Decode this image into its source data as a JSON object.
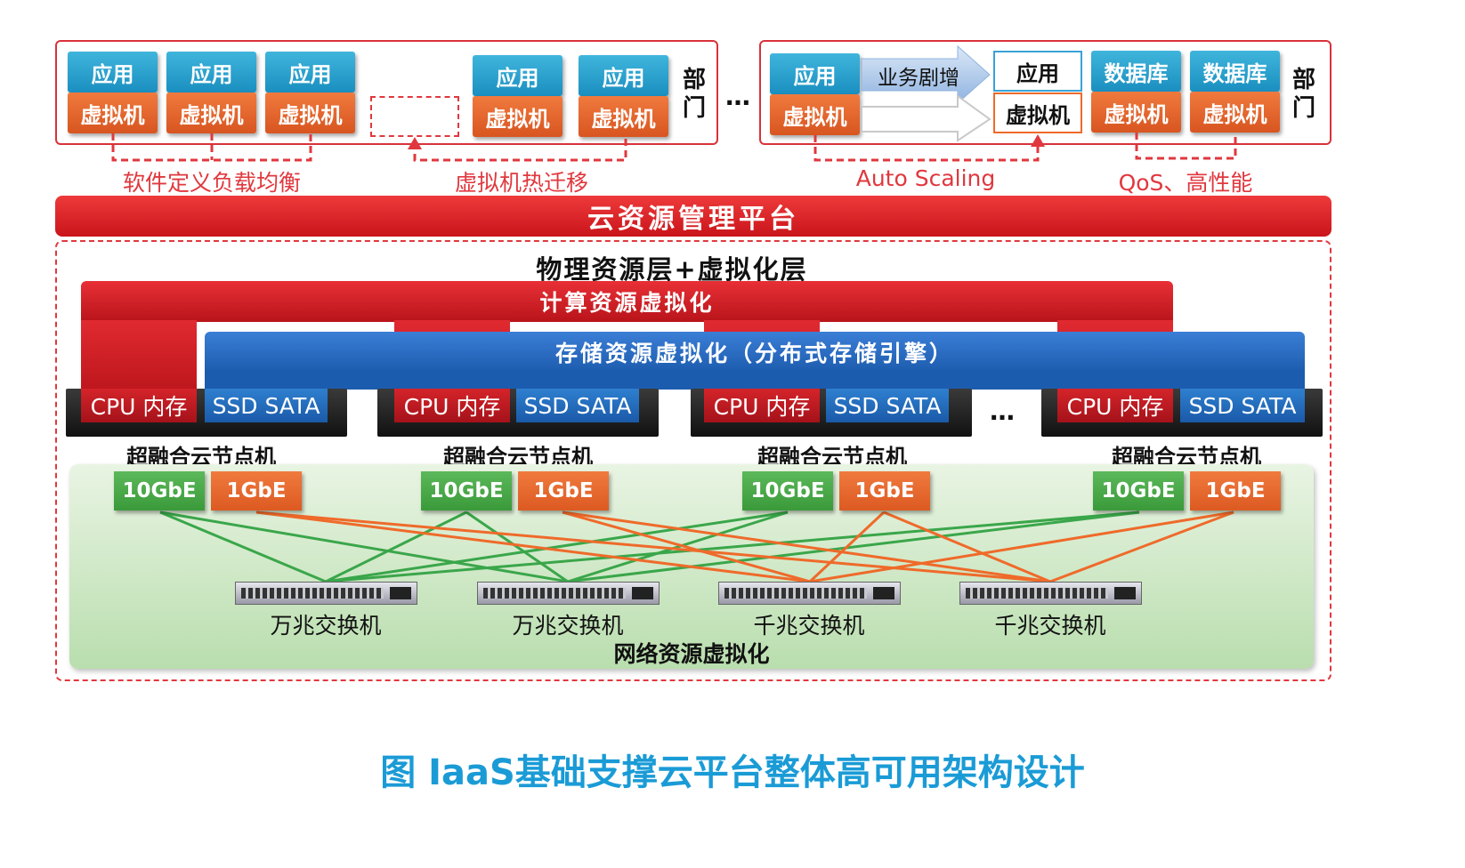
{
  "top": {
    "app": "应用",
    "vm": "虚拟机",
    "db": "数据库",
    "dept": "部门",
    "ellipsis": "…",
    "surge": "业务剧增",
    "labels": {
      "slb": "软件定义负载均衡",
      "migration": "虚拟机热迁移",
      "autoscaling": "Auto Scaling",
      "qos": "QoS、高性能"
    }
  },
  "mgmt": {
    "title": "云资源管理平台"
  },
  "physical": {
    "title": "物理资源层+虚拟化层",
    "compute": "计算资源虚拟化",
    "storage": "存储资源虚拟化（分布式存储引擎）",
    "cpu_mem": "CPU 内存",
    "ssd_sata": "SSD SATA",
    "node": "超融合云节点机",
    "ellipsis": "…"
  },
  "network": {
    "nic_10g": "10GbE",
    "nic_1g": "1GbE",
    "switch_10g": "万兆交换机",
    "switch_1g": "千兆交换机",
    "title": "网络资源虚拟化",
    "colors": {
      "ten_gig": "#3aa64a",
      "one_gig": "#ef6a2a"
    }
  },
  "caption": "图 IaaS基础支撑云平台整体高可用架构设计"
}
